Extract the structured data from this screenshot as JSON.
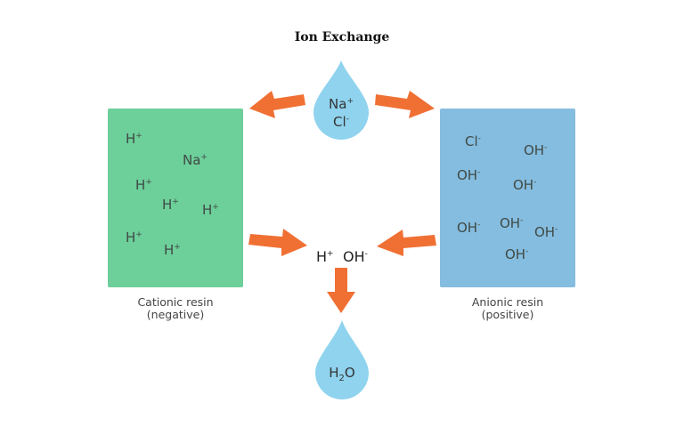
{
  "title": "Ion Exchange",
  "colors": {
    "cationic_resin": "#6dcf9a",
    "anionic_resin": "#85bde0",
    "droplet": "#8fd3ee",
    "arrow": "#f07034"
  },
  "top_drop": {
    "line1": {
      "base": "Na",
      "charge": "+"
    },
    "line2": {
      "base": "Cl",
      "charge": "-"
    }
  },
  "cationic_resin": {
    "label_line1": "Cationic resin",
    "label_line2": "(negative)",
    "ions": [
      {
        "base": "H",
        "charge": "+"
      },
      {
        "base": "Na",
        "charge": "+"
      },
      {
        "base": "H",
        "charge": "+"
      },
      {
        "base": "H",
        "charge": "+"
      },
      {
        "base": "H",
        "charge": "+"
      },
      {
        "base": "H",
        "charge": "+"
      },
      {
        "base": "H",
        "charge": "+"
      }
    ]
  },
  "anionic_resin": {
    "label_line1": "Anionic resin",
    "label_line2": "(positive)",
    "ions": [
      {
        "base": "Cl",
        "charge": "-"
      },
      {
        "base": "OH",
        "charge": "-"
      },
      {
        "base": "OH",
        "charge": "-"
      },
      {
        "base": "OH",
        "charge": "-"
      },
      {
        "base": "OH",
        "charge": "-"
      },
      {
        "base": "OH",
        "charge": "-"
      },
      {
        "base": "OH",
        "charge": "-"
      },
      {
        "base": "OH",
        "charge": "-"
      }
    ]
  },
  "center": {
    "ion1": {
      "base": "H",
      "charge": "+"
    },
    "ion2": {
      "base": "OH",
      "charge": "-"
    }
  },
  "bottom_drop": {
    "pre": "H",
    "sub": "2",
    "post": "O"
  }
}
